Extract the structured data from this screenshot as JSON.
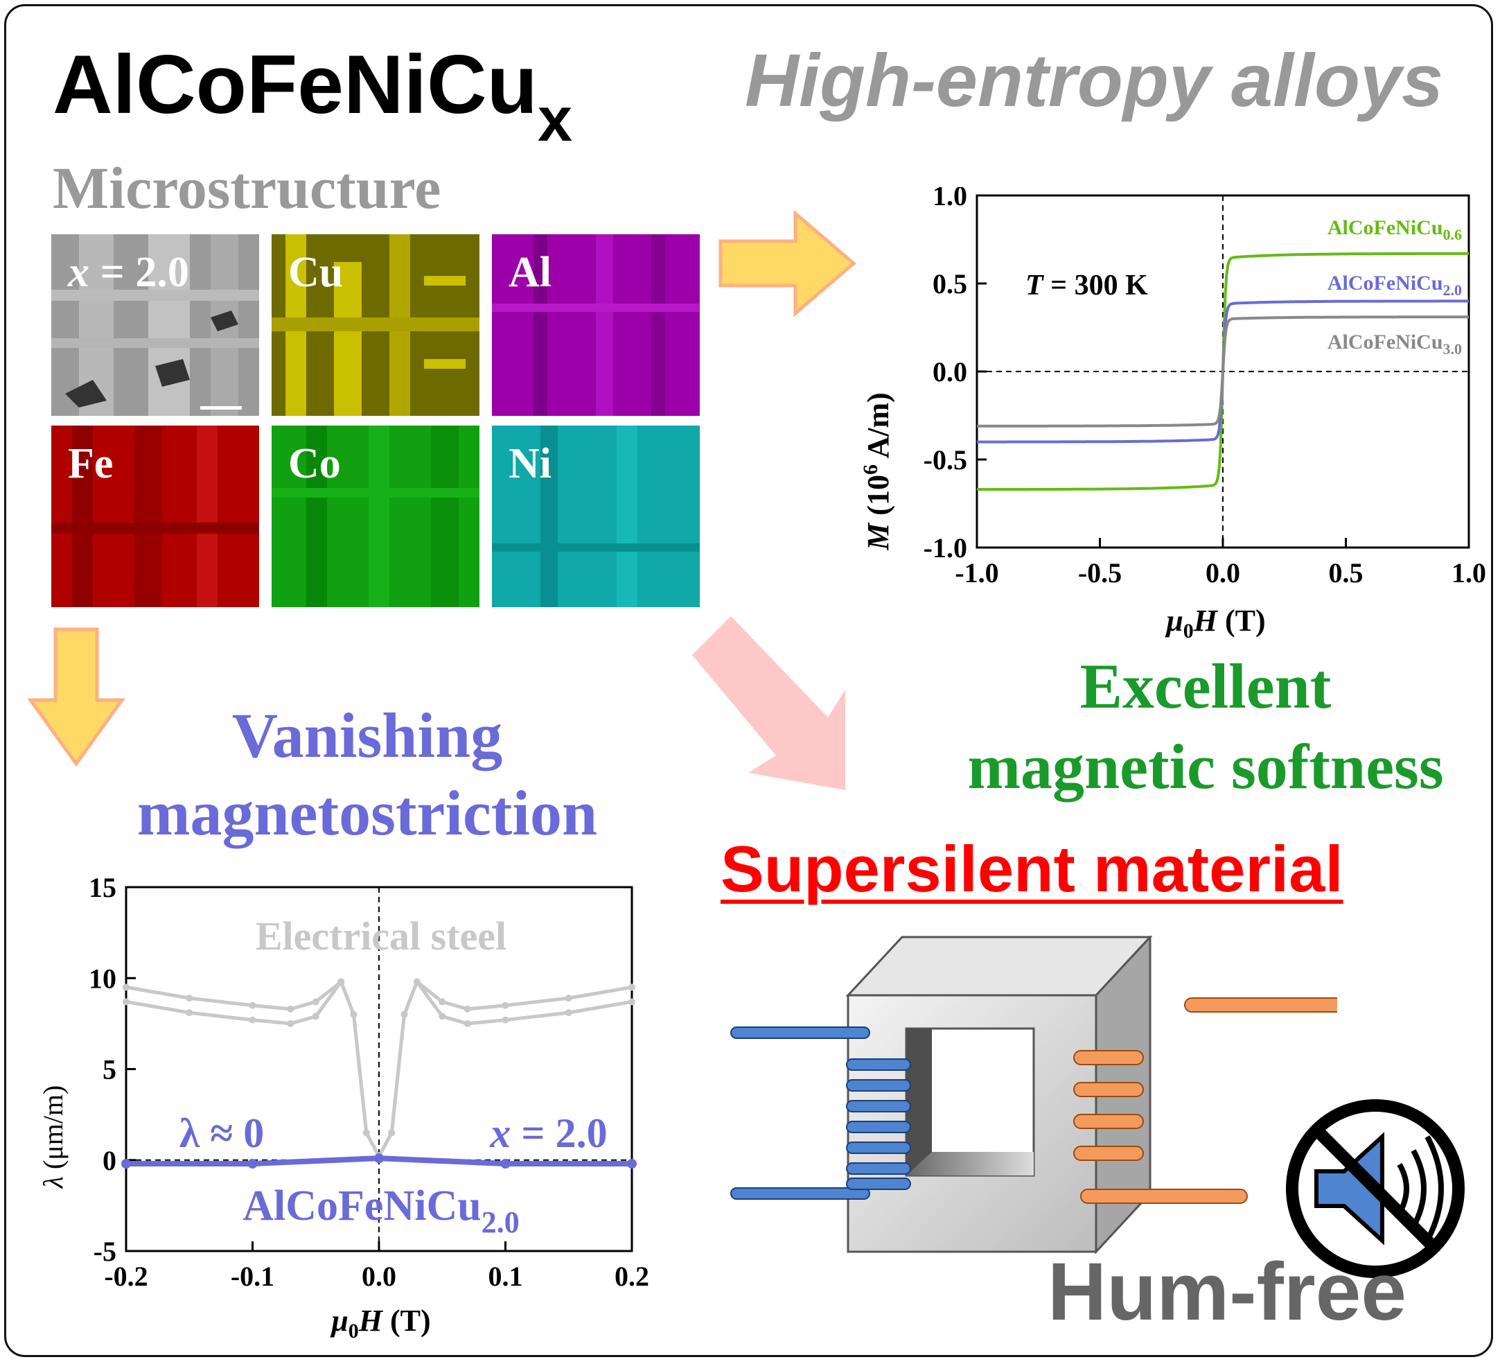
{
  "header": {
    "formula_main": "AlCoFeNiCu",
    "formula_sub": "x",
    "subtitle": "High-entropy alloys"
  },
  "microstructure": {
    "title": "Microstructure",
    "tiles": [
      {
        "label": "x = 2.0",
        "label_var": "x",
        "label_rest": " = 2.0",
        "color": "#8a8a8a"
      },
      {
        "label": "Cu",
        "color": "#b8b000"
      },
      {
        "label": "Al",
        "color": "#a000b0"
      },
      {
        "label": "Fe",
        "color": "#b00000"
      },
      {
        "label": "Co",
        "color": "#00a000"
      },
      {
        "label": "Ni",
        "color": "#00a8a8"
      }
    ]
  },
  "magnetization_chart": {
    "ylabel_var": "M",
    "ylabel_rest": " (10",
    "ylabel_sup": "6",
    "ylabel_end": " A/m)",
    "xlabel_var": "μ",
    "xlabel_sub": "0",
    "xlabel_var2": "H",
    "xlabel_end": " (T)",
    "annotation_var": "T",
    "annotation_rest": " = 300 K",
    "xticks": [
      "-1.0",
      "-0.5",
      "0.0",
      "0.5",
      "1.0"
    ],
    "yticks": [
      "1.0",
      "0.5",
      "0.0",
      "-0.5",
      "-1.0"
    ],
    "series_labels": [
      {
        "main": "AlCoFeNiCu",
        "sub": "0.6",
        "color": "#66bb11"
      },
      {
        "main": "AlCoFeNiCu",
        "sub": "2.0",
        "color": "#6a6ad8"
      },
      {
        "main": "AlCoFeNiCu",
        "sub": "3.0",
        "color": "#888888"
      }
    ]
  },
  "magnetostriction_chart": {
    "ylabel_var": "λ",
    "ylabel_rest": " (μm/m)",
    "xlabel_var": "μ",
    "xlabel_sub": "0",
    "xlabel_var2": "H",
    "xlabel_end": " (T)",
    "xticks": [
      "-0.2",
      "-0.1",
      "0.0",
      "0.1",
      "0.2"
    ],
    "yticks": [
      "15",
      "10",
      "5",
      "0",
      "-5"
    ],
    "steel_label": "Electrical steel",
    "lambda_label": "λ ≈ 0",
    "x_label_var": "x",
    "x_label_rest": " = 2.0",
    "alloy_main": "AlCoFeNiCu",
    "alloy_sub": "2.0"
  },
  "labels": {
    "vanishing_line1": "Vanishing",
    "vanishing_line2": "magnetostriction",
    "excellent_line1": "Excellent",
    "excellent_line2": "magnetic softness",
    "supersilent": "Supersilent material",
    "humfree": "Hum-free"
  },
  "colors": {
    "arrow_yellow": "#ffd966",
    "arrow_border": "#ffb080",
    "arrow_pink": "#ffc8c8",
    "violet": "#6a6ad8",
    "green": "#1a9a2a",
    "red": "#ff0000",
    "gray_title": "#999999",
    "hum_gray": "#666666"
  },
  "chart_data": [
    {
      "type": "line",
      "x_range": [
        -1.0,
        1.0
      ],
      "ylim": [
        -1.0,
        1.0
      ],
      "xlabel": "μ0H (T)",
      "ylabel": "M (10^6 A/m)",
      "series": [
        {
          "name": "AlCoFeNiCu0.6",
          "saturation": 0.67
        },
        {
          "name": "AlCoFeNiCu2.0",
          "saturation": 0.4
        },
        {
          "name": "AlCoFeNiCu3.0",
          "saturation": 0.31
        }
      ]
    },
    {
      "type": "line",
      "x_range": [
        -0.2,
        0.2
      ],
      "ylim": [
        -5,
        15
      ],
      "xlabel": "μ0H (T)",
      "ylabel": "λ (μm/m)",
      "series": [
        {
          "name": "Electrical steel",
          "upper_branch": [
            [
              -0.2,
              9.5
            ],
            [
              -0.15,
              8.9
            ],
            [
              -0.1,
              8.5
            ],
            [
              -0.07,
              8.3
            ],
            [
              -0.05,
              8.7
            ],
            [
              -0.03,
              9.8
            ],
            [
              -0.02,
              8.0
            ],
            [
              -0.01,
              1.5
            ],
            [
              0.0,
              0.2
            ],
            [
              0.01,
              1.5
            ],
            [
              0.02,
              8.0
            ],
            [
              0.03,
              9.8
            ],
            [
              0.05,
              8.7
            ],
            [
              0.07,
              8.3
            ],
            [
              0.1,
              8.5
            ],
            [
              0.15,
              8.9
            ],
            [
              0.2,
              9.5
            ]
          ]
        },
        {
          "name": "AlCoFeNiCu2.0",
          "values": [
            [
              -0.2,
              -0.2
            ],
            [
              -0.1,
              -0.2
            ],
            [
              0.0,
              0.1
            ],
            [
              0.1,
              -0.2
            ],
            [
              0.2,
              -0.2
            ]
          ]
        }
      ]
    }
  ]
}
